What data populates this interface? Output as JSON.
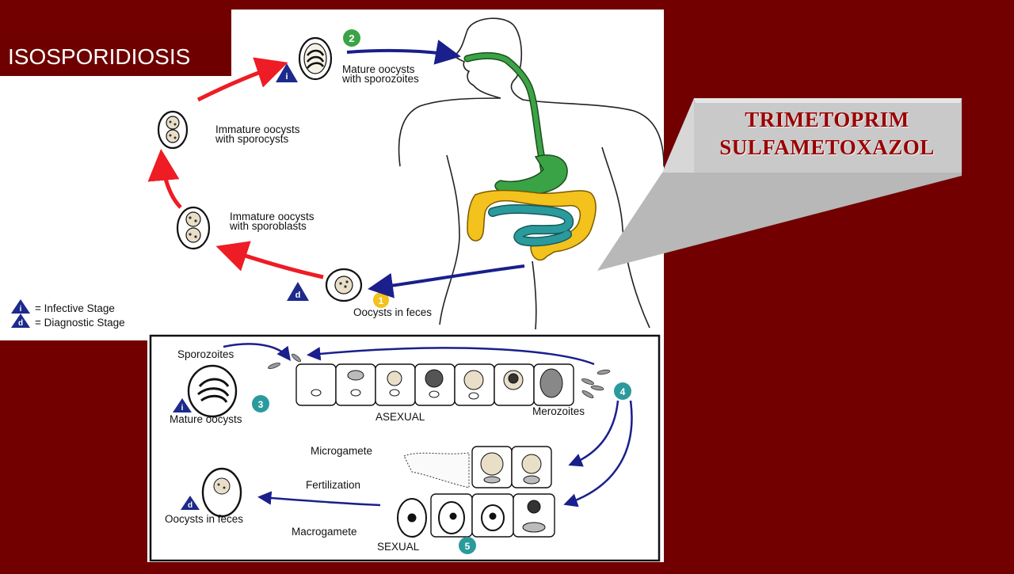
{
  "slide": {
    "title": "ISOSPORIDIOSIS"
  },
  "callout": {
    "line1": "TRIMETOPRIM",
    "line2": "SULFAMETOXAZOL"
  },
  "cycle": {
    "stage2_number": "2",
    "stage2_label_line1": "Mature oocysts",
    "stage2_label_line2": "with sporozoites",
    "stage_immature_sporocysts_line1": "Immature oocysts",
    "stage_immature_sporocysts_line2": "with sporocysts",
    "stage_immature_sporoblasts_line1": "Immature oocysts",
    "stage_immature_sporoblasts_line2": "with sporoblasts",
    "stage1_number": "1",
    "stage1_label": "Oocysts in feces",
    "infective_marker": "i",
    "diagnostic_marker": "d"
  },
  "legend": {
    "infective": "= Infective Stage",
    "diagnostic": "= Diagnostic Stage"
  },
  "inset": {
    "sporozoites": "Sporozoites",
    "mature_oocysts": "Mature oocysts",
    "stage3_number": "3",
    "asexual": "ASEXUAL",
    "merozoites": "Merozoites",
    "stage4_number": "4",
    "microgamete": "Microgamete",
    "fertilization": "Fertilization",
    "macrogamete": "Macrogamete",
    "oocysts_in_feces": "Oocysts in feces",
    "sexual": "SEXUAL",
    "stage5_number": "5"
  },
  "colors": {
    "background": "#720000",
    "red_arrow": "#ee1c24",
    "blue_arrow": "#1a1f8c",
    "stage_green": "#3aa346",
    "stage_yellow": "#f3c21c",
    "stage_teal": "#2b9a9c",
    "marker_blue": "#1c2a8c",
    "callout_text": "#9a0000"
  }
}
